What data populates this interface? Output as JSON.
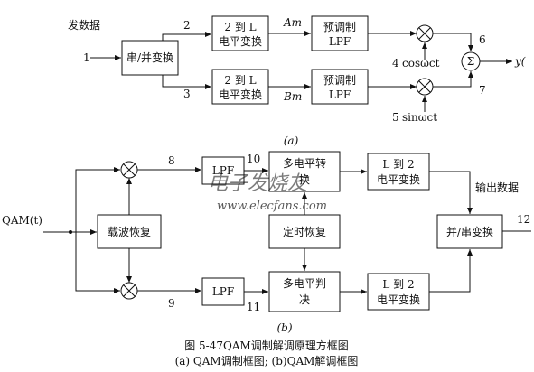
{
  "partA": {
    "send_data": "发数据",
    "sp_box": "串/并变换",
    "level_top_1": "2 到 L",
    "level_top_2": "电平变换",
    "level_bot_1": "2 到 L",
    "level_bot_2": "电平变换",
    "lpf_top_1": "预调制",
    "lpf_top_2": "LPF",
    "lpf_bot_1": "预调制",
    "lpf_bot_2": "LPF",
    "label_Am": "Am",
    "label_Bm": "Bm",
    "node_1": "1",
    "node_2": "2",
    "node_3": "3",
    "node_4": "4",
    "node_5": "5",
    "node_6": "6",
    "node_7": "7",
    "cos_label": "cosωct",
    "sin_label": "sinωct",
    "sum_symbol": "Σ",
    "output_label": "y(",
    "sub_caption": "(a)"
  },
  "partB": {
    "input_label": "QAM(t)",
    "carrier_box": "载波恢复",
    "timing_box": "定时恢复",
    "lpf_top": "LPF",
    "lpf_bot": "LPF",
    "ml_top_1": "多电平转",
    "ml_top_2": "换",
    "ml_bot_1": "多电平判",
    "ml_bot_2": "决",
    "l2_top_1": "L 到 2",
    "l2_top_2": "电平变换",
    "l2_bot_1": "L 到 2",
    "l2_bot_2": "电平变换",
    "ps_box": "并/串变换",
    "output_data": "输出数据",
    "node_8": "8",
    "node_9": "9",
    "node_10": "10",
    "node_11": "11",
    "node_12": "12",
    "sub_caption": "(b)"
  },
  "watermark": {
    "text_cn": "电子发烧友",
    "url": "www.elecfans.com"
  },
  "caption": {
    "line1": "图 5-47QAM调制解调原理方框图",
    "line2": "(a) QAM调制框图;  (b)QAM解调框图"
  }
}
